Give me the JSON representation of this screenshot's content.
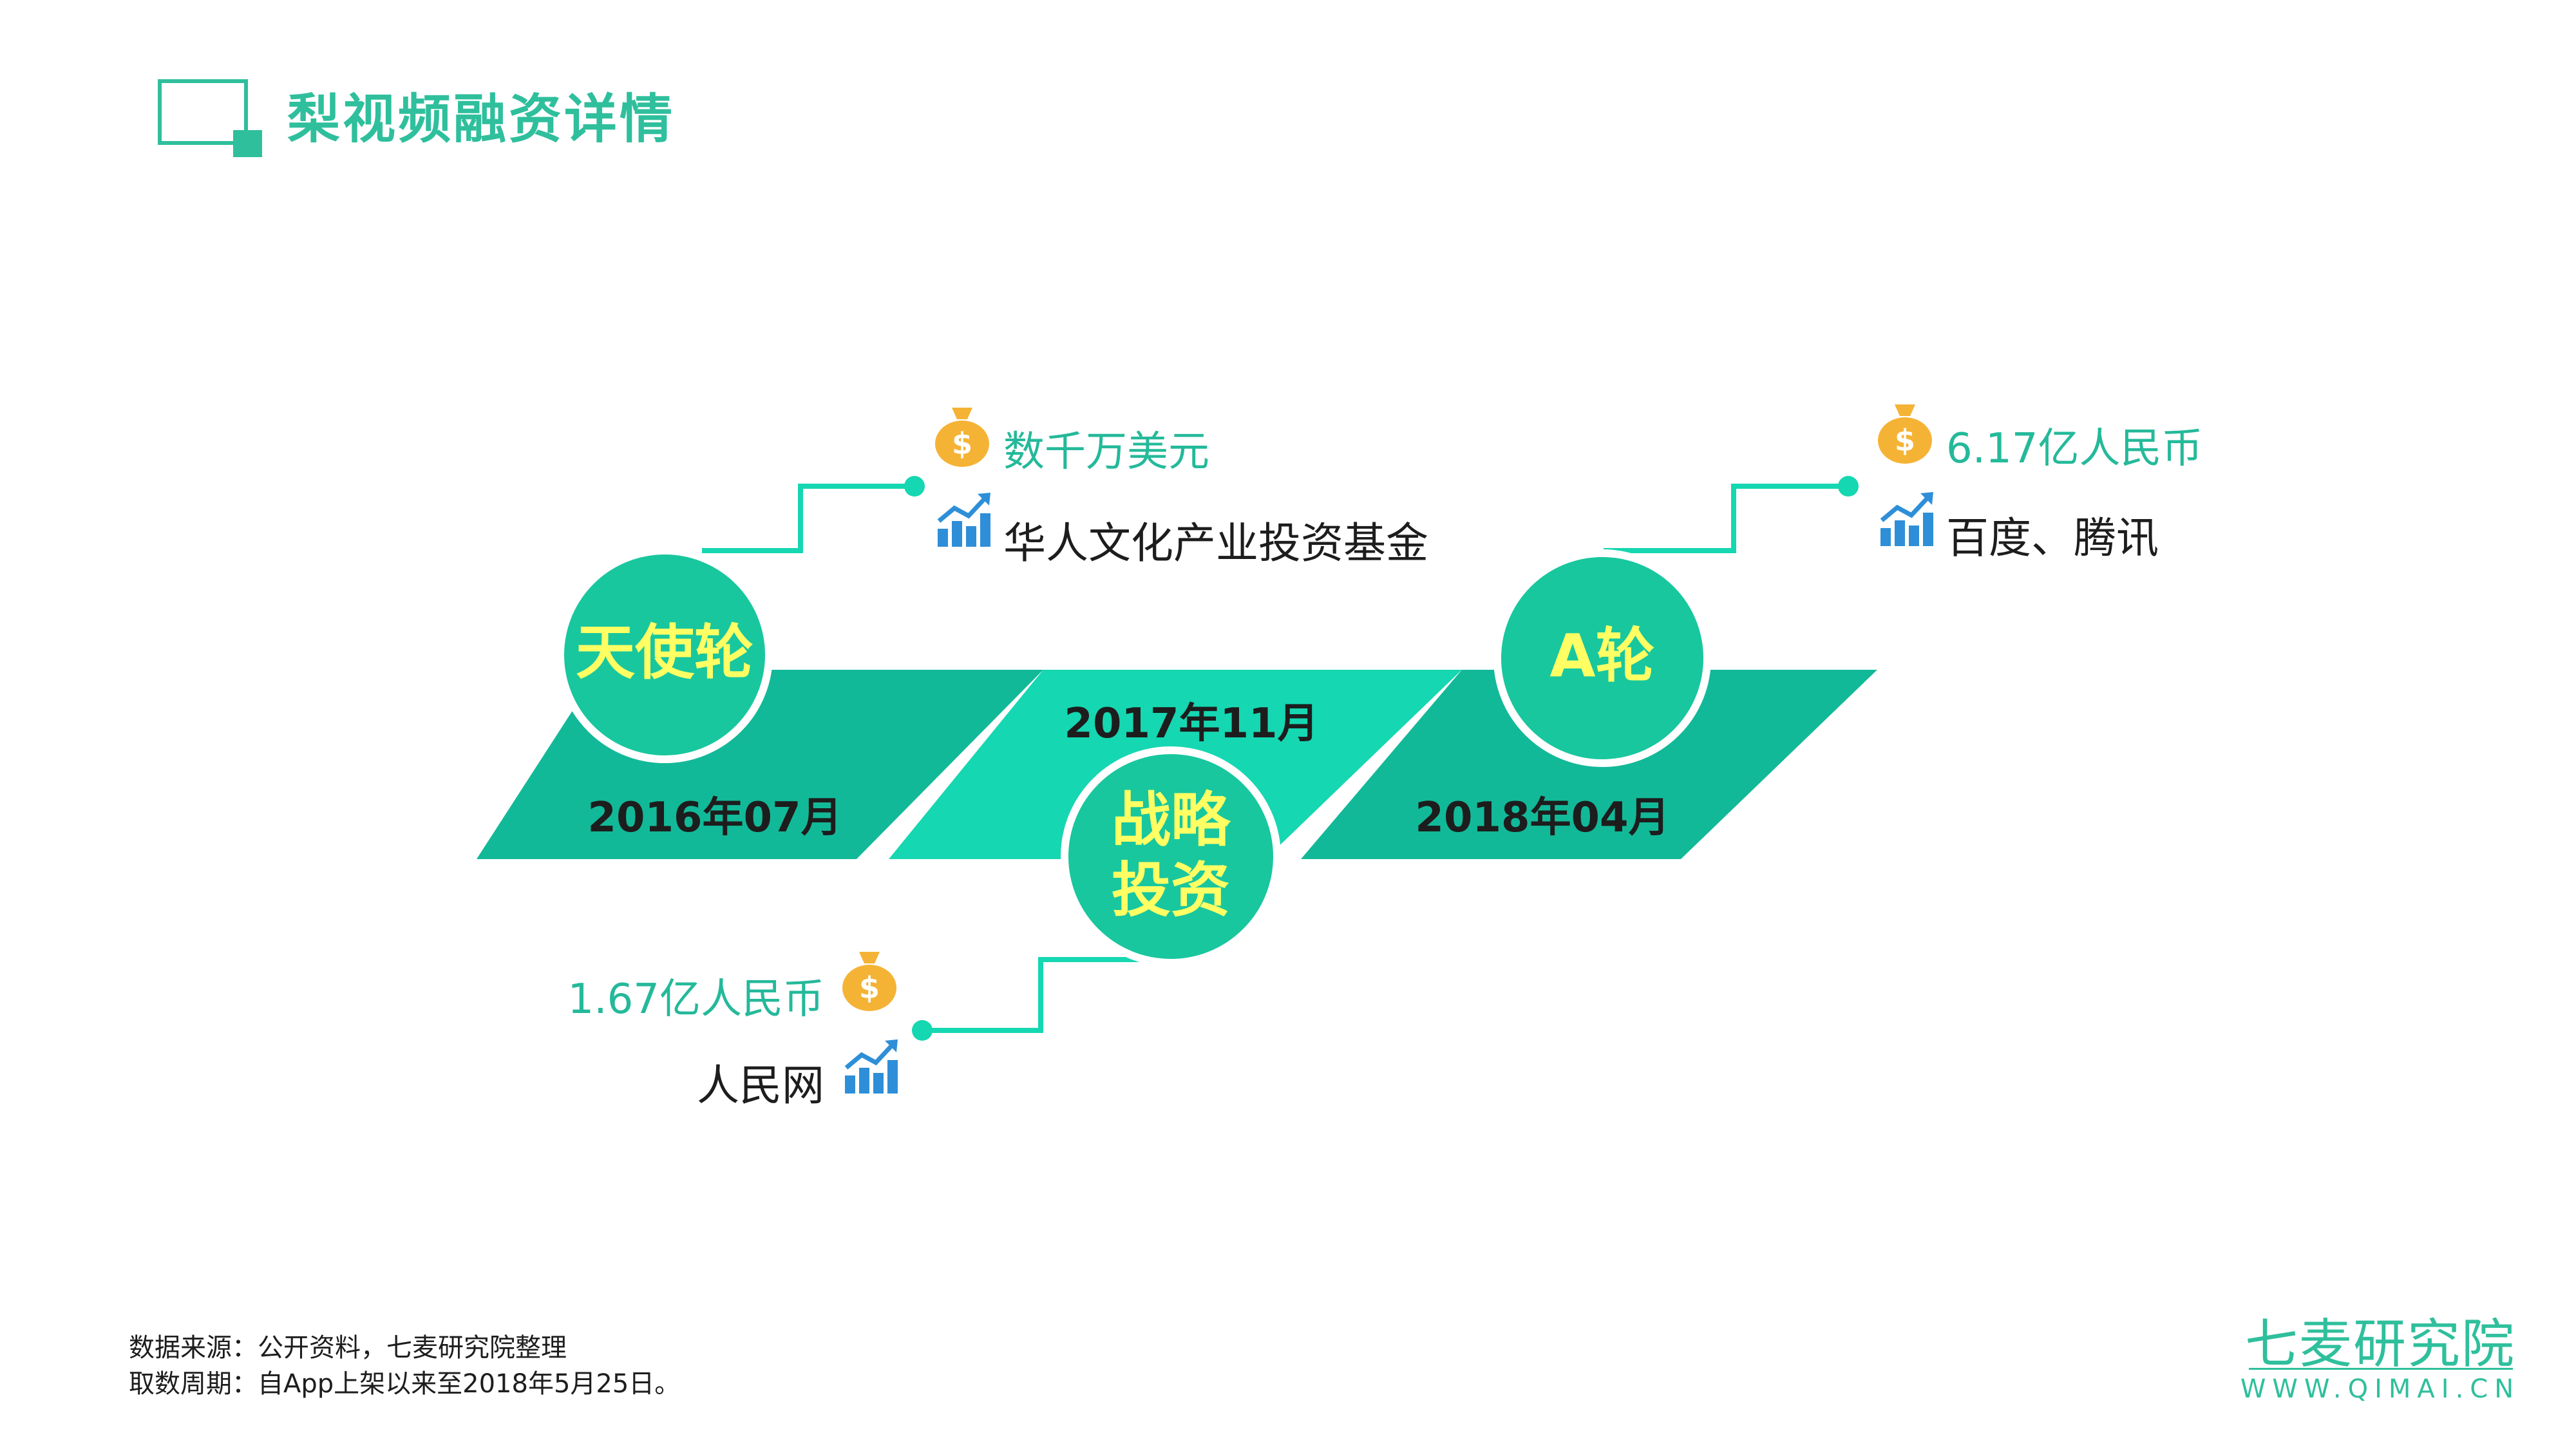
{
  "title": "梨视频融资详情",
  "colors": {
    "accent": "#2fbf9c",
    "band_dark": "#12b998",
    "band_light": "#15d7b1",
    "circle": "#18c79e",
    "node_text": "#ffff64",
    "amount_text": "#24b99a",
    "coin": "#f5b335",
    "chart_icon": "#2e8fd8"
  },
  "rounds": [
    {
      "name": "天使轮",
      "date": "2016年07月",
      "amount": "数千万美元",
      "investor": "华人文化产业投资基金",
      "amount_icon": "money-bag-icon",
      "investor_icon": "growth-chart-icon"
    },
    {
      "name": "战略投资",
      "date": "2017年11月",
      "amount": "1.67亿人民币",
      "investor": "人民网",
      "amount_icon": "money-bag-icon",
      "investor_icon": "growth-chart-icon"
    },
    {
      "name": "A轮",
      "date": "2018年04月",
      "amount": "6.17亿人民币",
      "investor": "百度、腾讯",
      "amount_icon": "money-bag-icon",
      "investor_icon": "growth-chart-icon"
    }
  ],
  "footer": {
    "source": "数据来源：公开资料，七麦研究院整理",
    "period": "取数周期：自App上架以来至2018年5月25日。"
  },
  "brand": {
    "name": "七麦研究院",
    "url": "WWW.QIMAI.CN"
  }
}
